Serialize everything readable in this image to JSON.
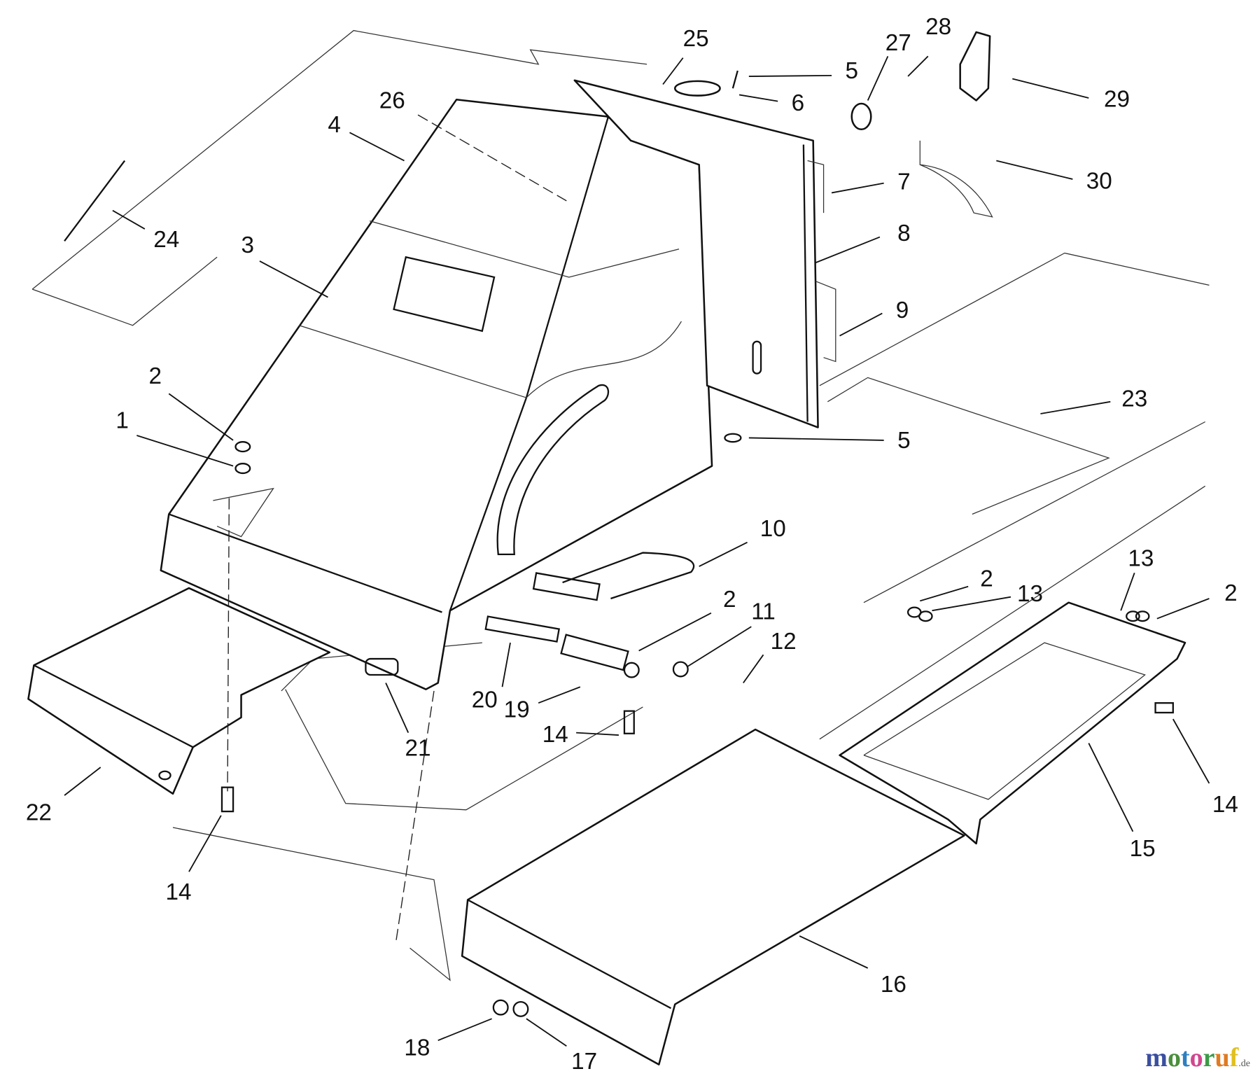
{
  "labels": [
    "25",
    "5",
    "6",
    "27",
    "28",
    "29",
    "30",
    "7",
    "8",
    "9",
    "26",
    "4",
    "3",
    "24",
    "2",
    "1",
    "23",
    "5",
    "10",
    "2",
    "11",
    "12",
    "13",
    "2",
    "13",
    "2",
    "20",
    "19",
    "21",
    "14",
    "22",
    "14",
    "14",
    "15",
    "16",
    "18",
    "17"
  ],
  "watermark": {
    "text": "motoruf",
    "suffix": ".de",
    "colors": [
      "#3b4fa0",
      "#4a8f3c",
      "#2f7fc0",
      "#d2468f",
      "#3c9a48",
      "#e07b22",
      "#e0c020"
    ]
  }
}
